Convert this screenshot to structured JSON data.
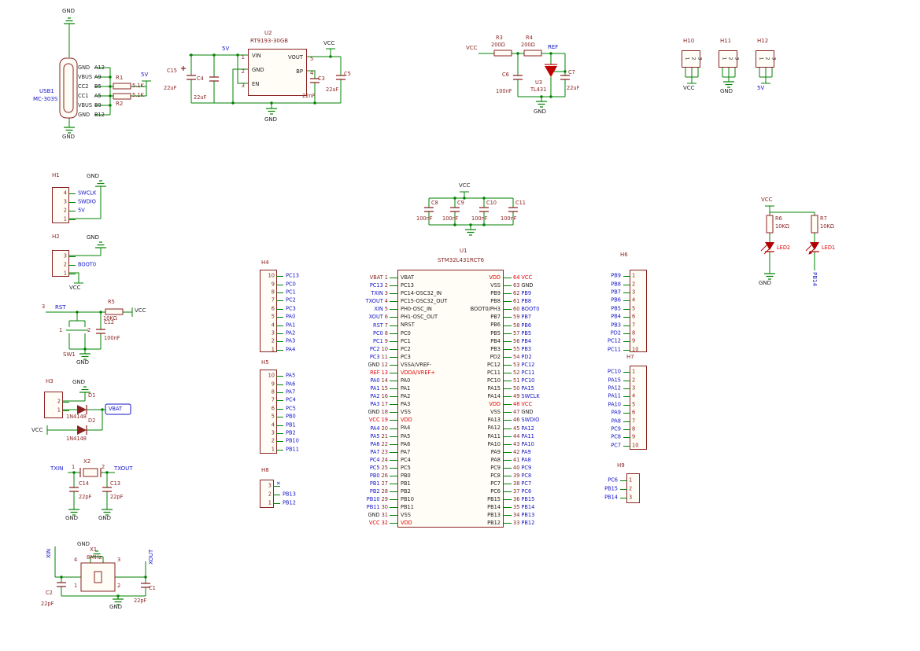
{
  "usb": {
    "gnd_top": "GND",
    "gnd_bottom": "GND",
    "ref": "USB1",
    "value": "MC-303S",
    "rows": [
      {
        "name": "GND",
        "pin": "A12"
      },
      {
        "name": "VBUS",
        "pin": "A9"
      },
      {
        "name": "CC2",
        "pin": "B5"
      },
      {
        "name": "CC1",
        "pin": "A5"
      },
      {
        "name": "VBUS",
        "pin": "B9"
      },
      {
        "name": "GND",
        "pin": "B12"
      }
    ],
    "r1": {
      "ref": "R1",
      "value": "5.1K"
    },
    "r2": {
      "ref": "R2",
      "value": "5.1K"
    },
    "rail": "5V"
  },
  "reg": {
    "ref": "U2",
    "value": "RT9193-30GB",
    "in_net": "5V",
    "out_net": "VCC",
    "gnd": "GND",
    "left_pins": [
      {
        "name": "VIN",
        "num": "1"
      },
      {
        "name": "GND",
        "num": "2"
      },
      {
        "name": "EN",
        "num": "3"
      }
    ],
    "right_pins": [
      {
        "name": "VOUT",
        "num": "5"
      },
      {
        "name": "BP",
        "num": "4"
      }
    ],
    "c15": {
      "ref": "C15",
      "value": "22uF"
    },
    "c4": {
      "ref": "C4",
      "value": "22uF"
    },
    "c3": {
      "ref": "C3",
      "value": "22nF"
    },
    "c5": {
      "ref": "C5",
      "value": "22uF"
    }
  },
  "vref": {
    "vcc": "VCC",
    "ref_net": "REF",
    "gnd": "GND",
    "r3": {
      "ref": "R3",
      "value": "200Ω"
    },
    "r4": {
      "ref": "R4",
      "value": "200Ω"
    },
    "u3": {
      "ref": "U3",
      "value": "TL431"
    },
    "c6": {
      "ref": "C6",
      "value": "100nF"
    },
    "c7": {
      "ref": "C7",
      "value": "22uF"
    }
  },
  "jumpers": [
    {
      "ref": "H10",
      "pins": [
        "1",
        "2",
        "3"
      ],
      "net": "VCC"
    },
    {
      "ref": "H11",
      "pins": [
        "1",
        "2",
        "3"
      ],
      "net": "GND"
    },
    {
      "ref": "H12",
      "pins": [
        "1",
        "2",
        "3"
      ],
      "net": "5V",
      "net_cls": "blue"
    }
  ],
  "h1": {
    "ref": "H1",
    "gnd": "GND",
    "rows": [
      {
        "num": "4",
        "net": "SWCLK"
      },
      {
        "num": "3",
        "net": "SWDIO"
      },
      {
        "num": "2",
        "net": "5V"
      },
      {
        "num": "1",
        "net": ""
      }
    ]
  },
  "h2": {
    "ref": "H2",
    "gnd": "GND",
    "vcc": "VCC",
    "rows": [
      {
        "num": "3",
        "net": ""
      },
      {
        "num": "2",
        "net": "BOOT0"
      },
      {
        "num": "1",
        "net": ""
      }
    ]
  },
  "reset": {
    "rst": "RST",
    "vcc": "VCC",
    "gnd": "GND",
    "r5": {
      "ref": "R5",
      "value": "10KΩ"
    },
    "c12": {
      "ref": "C12",
      "value": "100nF"
    },
    "sw": {
      "ref": "SW1",
      "pins": [
        "3",
        "1",
        "2"
      ]
    }
  },
  "h3": {
    "ref": "H3",
    "gnd": "GND",
    "vcc": "VCC",
    "vbat": "VBAT",
    "rows": [
      {
        "num": "2",
        "net": ""
      },
      {
        "num": "1",
        "net": ""
      }
    ],
    "d1": {
      "ref": "D1",
      "value": "1N4148"
    },
    "d2": {
      "ref": "D2",
      "value": "1N4148"
    }
  },
  "x2": {
    "ref": "X2",
    "txin": "TXIN",
    "txout": "TXOUT",
    "pins": [
      "1",
      "2"
    ],
    "c14": {
      "ref": "C14",
      "value": "22pF"
    },
    "c13": {
      "ref": "C13",
      "value": "22pF"
    },
    "gnd_left": "GND",
    "gnd_right": "GND"
  },
  "x1": {
    "ref": "X1",
    "value": "8MHz",
    "xin": "XIN",
    "xout": "XOUT",
    "gnd_top": "GND",
    "gnd_bottom": "GND",
    "pins": [
      "4",
      "3",
      "1",
      "2"
    ],
    "c2": {
      "ref": "C2",
      "value": "22pF"
    },
    "c1": {
      "ref": "C1",
      "value": "22pF"
    }
  },
  "decoupling": {
    "vcc": "VCC",
    "caps": [
      {
        "ref": "C8",
        "value": "100nF"
      },
      {
        "ref": "C9",
        "value": "100nF"
      },
      {
        "ref": "C10",
        "value": "100nF"
      },
      {
        "ref": "C11",
        "value": "100nF"
      }
    ]
  },
  "u1": {
    "ref": "U1",
    "value": "STM32L431RCT6",
    "left_rows": [
      {
        "net": "VBAT",
        "net_cls": "dr",
        "num": "1",
        "name": "VBAT"
      },
      {
        "net": "PC13",
        "num": "2",
        "name": "PC13"
      },
      {
        "net": "TXIN",
        "num": "3",
        "name": "PC14-OSC32_IN"
      },
      {
        "net": "TXOUT",
        "num": "4",
        "name": "PC15-OSC32_OUT"
      },
      {
        "net": "XIN",
        "num": "5",
        "name": "PH0-OSC_IN"
      },
      {
        "net": "XOUT",
        "num": "6",
        "name": "PH1-OSC_OUT"
      },
      {
        "net": "RST",
        "num": "7",
        "name": "NRST"
      },
      {
        "net": "PC0",
        "num": "8",
        "name": "PC0"
      },
      {
        "net": "PC1",
        "num": "9",
        "name": "PC1"
      },
      {
        "net": "PC2",
        "num": "10",
        "name": "PC2"
      },
      {
        "net": "PC3",
        "num": "11",
        "name": "PC3"
      },
      {
        "net": "GND",
        "net_cls": "blk",
        "num": "12",
        "name": "VSSA/VREF-"
      },
      {
        "net": "REF",
        "net_cls": "red",
        "num": "13",
        "num_cls": "red",
        "name": "VDDA/VREF+",
        "name_cls": "red"
      },
      {
        "net": "PA0",
        "num": "14",
        "name": "PA0"
      },
      {
        "net": "PA1",
        "num": "15",
        "name": "PA1"
      },
      {
        "net": "PA2",
        "num": "16",
        "name": "PA2"
      },
      {
        "net": "PA3",
        "num": "17",
        "name": "PA3"
      },
      {
        "net": "GND",
        "net_cls": "blk",
        "num": "18",
        "name": "VSS"
      },
      {
        "net": "VCC",
        "net_cls": "red",
        "num": "19",
        "num_cls": "red",
        "name": "VDD",
        "name_cls": "red"
      },
      {
        "net": "PA4",
        "num": "20",
        "name": "PA4"
      },
      {
        "net": "PA5",
        "num": "21",
        "name": "PA5"
      },
      {
        "net": "PA6",
        "num": "22",
        "name": "PA6"
      },
      {
        "net": "PA7",
        "num": "23",
        "name": "PA7"
      },
      {
        "net": "PC4",
        "num": "24",
        "name": "PC4"
      },
      {
        "net": "PC5",
        "num": "25",
        "name": "PC5"
      },
      {
        "net": "PB0",
        "num": "26",
        "name": "PB0"
      },
      {
        "net": "PB1",
        "num": "27",
        "name": "PB1"
      },
      {
        "net": "PB2",
        "num": "28",
        "name": "PB2"
      },
      {
        "net": "PB10",
        "num": "29",
        "name": "PB10"
      },
      {
        "net": "PB11",
        "num": "30",
        "name": "PB11"
      },
      {
        "net": "GND",
        "net_cls": "blk",
        "num": "31",
        "name": "VSS"
      },
      {
        "net": "VCC",
        "net_cls": "red",
        "num": "32",
        "num_cls": "red",
        "name": "VDD",
        "name_cls": "red"
      }
    ],
    "right_rows": [
      {
        "name": "VDD",
        "name_cls": "red",
        "num": "64",
        "num_cls": "red",
        "net": "VCC",
        "net_cls": "red"
      },
      {
        "name": "VSS",
        "num": "63",
        "net": "GND",
        "net_cls": "blk"
      },
      {
        "name": "PB9",
        "num": "62",
        "net": "PB9"
      },
      {
        "name": "PB8",
        "num": "61",
        "net": "PB8"
      },
      {
        "name": "BOOT0/PH3",
        "num": "60",
        "net": "BOOT0"
      },
      {
        "name": "PB7",
        "num": "59",
        "net": "PB7"
      },
      {
        "name": "PB6",
        "num": "58",
        "net": "PB6"
      },
      {
        "name": "PB5",
        "num": "57",
        "net": "PB5"
      },
      {
        "name": "PB4",
        "num": "56",
        "net": "PB4"
      },
      {
        "name": "PB3",
        "num": "55",
        "net": "PB3"
      },
      {
        "name": "PD2",
        "num": "54",
        "net": "PD2"
      },
      {
        "name": "PC12",
        "num": "53",
        "net": "PC12"
      },
      {
        "name": "PC11",
        "num": "52",
        "net": "PC11"
      },
      {
        "name": "PC10",
        "num": "51",
        "net": "PC10"
      },
      {
        "name": "PA15",
        "num": "50",
        "net": "PA15"
      },
      {
        "name": "PA14",
        "num": "49",
        "net": "SWCLK"
      },
      {
        "name": "VDD",
        "name_cls": "red",
        "num": "48",
        "num_cls": "red",
        "net": "VCC",
        "net_cls": "red"
      },
      {
        "name": "VSS",
        "num": "47",
        "net": "GND",
        "net_cls": "blk"
      },
      {
        "name": "PA13",
        "num": "46",
        "net": "SWDIO"
      },
      {
        "name": "PA12",
        "num": "45",
        "net": "PA12"
      },
      {
        "name": "PA11",
        "num": "44",
        "net": "PA11"
      },
      {
        "name": "PA10",
        "num": "43",
        "net": "PA10"
      },
      {
        "name": "PA9",
        "num": "42",
        "net": "PA9"
      },
      {
        "name": "PA8",
        "num": "41",
        "net": "PA8"
      },
      {
        "name": "PC9",
        "num": "40",
        "net": "PC9"
      },
      {
        "name": "PC8",
        "num": "39",
        "net": "PC8"
      },
      {
        "name": "PC7",
        "num": "38",
        "net": "PC7"
      },
      {
        "name": "PC6",
        "num": "37",
        "net": "PC6"
      },
      {
        "name": "PB15",
        "num": "36",
        "net": "PB15"
      },
      {
        "name": "PB14",
        "num": "35",
        "net": "PB14"
      },
      {
        "name": "PB13",
        "num": "34",
        "net": "PB13"
      },
      {
        "name": "PB12",
        "num": "33",
        "net": "PB12"
      }
    ]
  },
  "h4": {
    "ref": "H4",
    "rows": [
      {
        "num": "10",
        "net": "PC13"
      },
      {
        "num": "9",
        "net": "PC0"
      },
      {
        "num": "8",
        "net": "PC1"
      },
      {
        "num": "7",
        "net": "PC2"
      },
      {
        "num": "6",
        "net": "PC3"
      },
      {
        "num": "5",
        "net": "PA0"
      },
      {
        "num": "4",
        "net": "PA1"
      },
      {
        "num": "3",
        "net": "PA2"
      },
      {
        "num": "2",
        "net": "PA3"
      },
      {
        "num": "1",
        "net": "PA4"
      }
    ]
  },
  "h5": {
    "ref": "H5",
    "rows": [
      {
        "num": "10",
        "net": "PA5"
      },
      {
        "num": "9",
        "net": "PA6"
      },
      {
        "num": "8",
        "net": "PA7"
      },
      {
        "num": "7",
        "net": "PC4"
      },
      {
        "num": "6",
        "net": "PC5"
      },
      {
        "num": "5",
        "net": "PB0"
      },
      {
        "num": "4",
        "net": "PB1"
      },
      {
        "num": "3",
        "net": "PB2"
      },
      {
        "num": "2",
        "net": "PB10"
      },
      {
        "num": "1",
        "net": "PB11"
      }
    ]
  },
  "h8": {
    "ref": "H8",
    "nc_mark": "✕",
    "rows": [
      {
        "num": "3",
        "net": ""
      },
      {
        "num": "2",
        "net": "PB13"
      },
      {
        "num": "1",
        "net": "PB12"
      }
    ]
  },
  "h6": {
    "ref": "H6",
    "rows": [
      {
        "net": "PB9",
        "num": "1"
      },
      {
        "net": "PB8",
        "num": "2"
      },
      {
        "net": "PB7",
        "num": "3"
      },
      {
        "net": "PB6",
        "num": "4"
      },
      {
        "net": "PB5",
        "num": "5"
      },
      {
        "net": "PB4",
        "num": "6"
      },
      {
        "net": "PB3",
        "num": "7"
      },
      {
        "net": "PD2",
        "num": "8"
      },
      {
        "net": "PC12",
        "num": "9"
      },
      {
        "net": "PC11",
        "num": "10"
      }
    ]
  },
  "h7": {
    "ref": "H7",
    "rows": [
      {
        "net": "PC10",
        "num": "1"
      },
      {
        "net": "PA15",
        "num": "2"
      },
      {
        "net": "PA12",
        "num": "3"
      },
      {
        "net": "PA11",
        "num": "4"
      },
      {
        "net": "PA10",
        "num": "5"
      },
      {
        "net": "PA9",
        "num": "6"
      },
      {
        "net": "PA8",
        "num": "7"
      },
      {
        "net": "PC9",
        "num": "8"
      },
      {
        "net": "PC8",
        "num": "9"
      },
      {
        "net": "PC7",
        "num": "10"
      }
    ]
  },
  "h9": {
    "ref": "H9",
    "rows": [
      {
        "net": "PC6",
        "num": "1"
      },
      {
        "net": "PB15",
        "num": "2"
      },
      {
        "net": "PB14",
        "num": "3"
      }
    ]
  },
  "leds": {
    "vcc": "VCC",
    "gnd": "GND",
    "pb14": "PB14",
    "r6": {
      "ref": "R6",
      "value": "10KΩ"
    },
    "r7": {
      "ref": "R7",
      "value": "10KΩ"
    },
    "led2": "LED2",
    "led1": "LED1"
  }
}
